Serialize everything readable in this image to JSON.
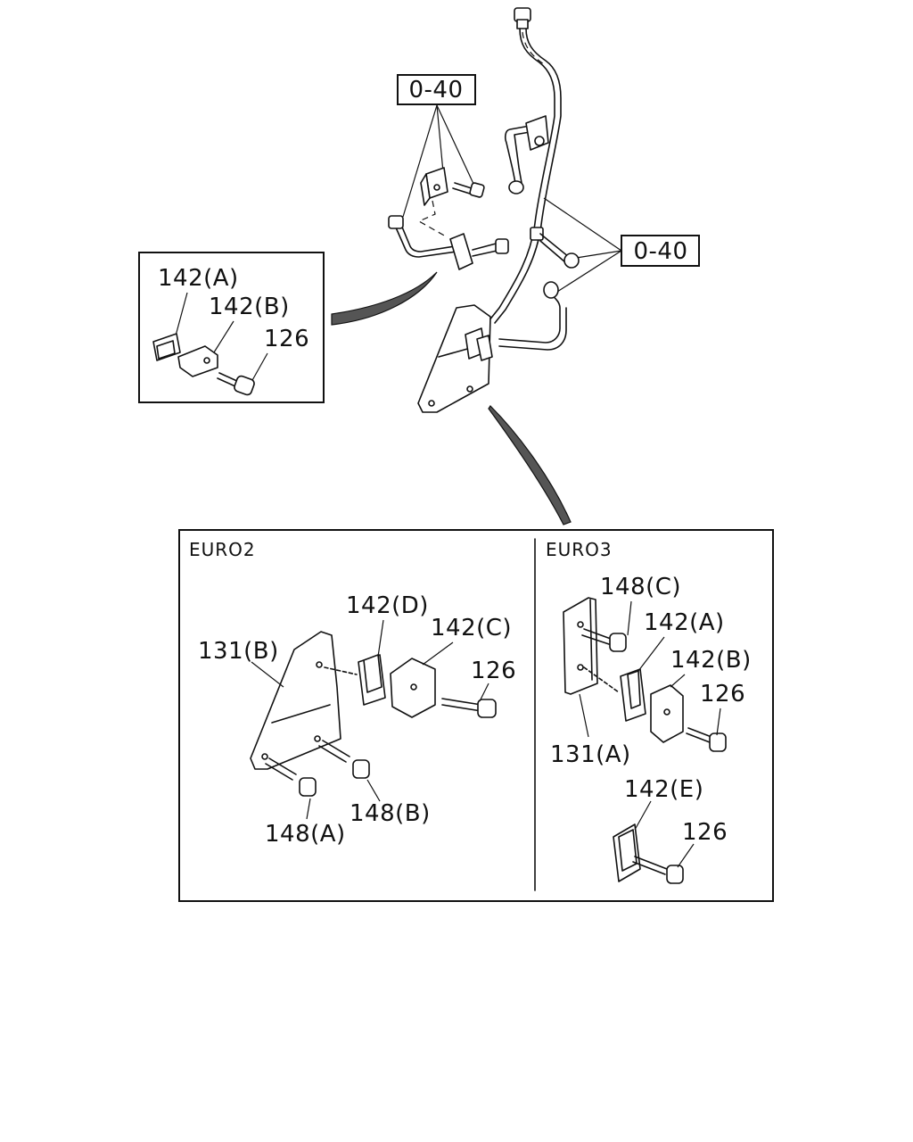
{
  "ref_boxes": [
    "0-40",
    "0-40"
  ],
  "detail_top_left": {
    "labels": [
      "142(A)",
      "142(B)",
      "126"
    ]
  },
  "detail_bottom": {
    "euro2": {
      "title": "EURO2",
      "labels": [
        "142(D)",
        "142(C)",
        "131(B)",
        "126",
        "148(A)",
        "148(B)"
      ]
    },
    "euro3": {
      "title": "EURO3",
      "labels": [
        "148(C)",
        "142(A)",
        "142(B)",
        "126",
        "131(A)",
        "142(E)",
        "126"
      ]
    }
  }
}
